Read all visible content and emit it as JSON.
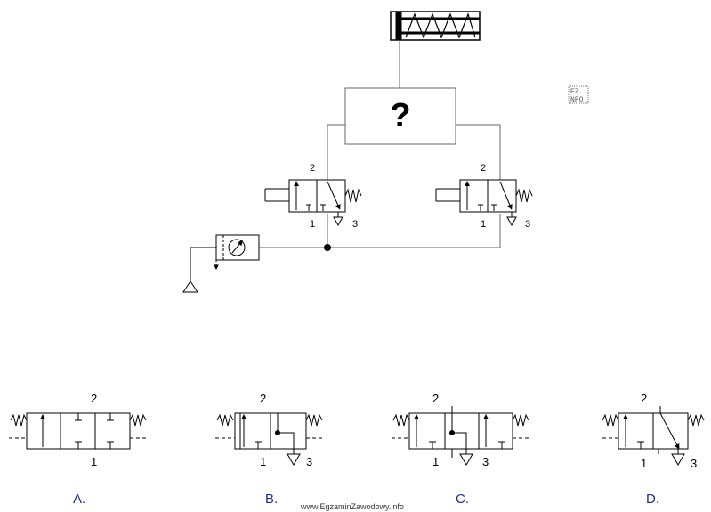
{
  "question_mark": "?",
  "logo_text": "EZ INFO",
  "watermark": "www.EgzaminZawodowy.info",
  "top_valves": {
    "left": {
      "port_out": "2",
      "port_in": "1",
      "port_exhaust": "3"
    },
    "right": {
      "port_out": "2",
      "port_in": "1",
      "port_exhaust": "3"
    }
  },
  "options": [
    {
      "letter": "A.",
      "port_top": "2",
      "port_bottom": "1",
      "port_exhaust": ""
    },
    {
      "letter": "B.",
      "port_top": "2",
      "port_bottom": "1",
      "port_exhaust": "3"
    },
    {
      "letter": "C.",
      "port_top": "2",
      "port_bottom": "1",
      "port_exhaust": "3"
    },
    {
      "letter": "D.",
      "port_top": "2",
      "port_bottom": "1",
      "port_exhaust": "3"
    }
  ]
}
